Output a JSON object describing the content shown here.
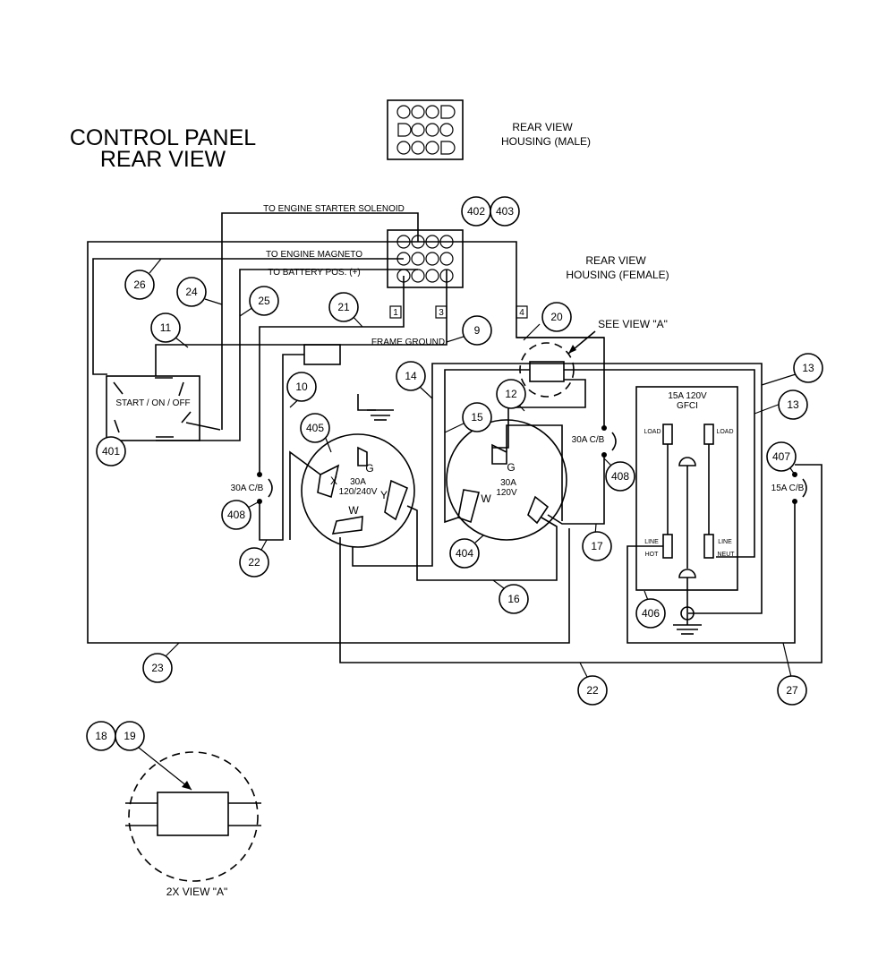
{
  "title_line1": "CONTROL PANEL",
  "title_line2": "REAR VIEW",
  "male_housing": {
    "line1": "REAR VIEW",
    "line2": "HOUSING (MALE)"
  },
  "female_housing": {
    "line1": "REAR VIEW",
    "line2": "HOUSING (FEMALE)"
  },
  "wire_labels": {
    "starter": "TO ENGINE STARTER SOLENOID",
    "magneto": "TO ENGINE MAGNETO",
    "battery": "TO BATTERY POS. (+)",
    "frame_ground": "FRAME GROUND",
    "see_view": "SEE VIEW \"A\""
  },
  "pins": {
    "p1": "1",
    "p3": "3",
    "p4": "4"
  },
  "switch_label": "START / ON / OFF",
  "breakers": {
    "cb_left": "30A C/B",
    "cb_mid": "30A C/B",
    "cb_right": "15A C/B"
  },
  "receptacle_405": {
    "g": "G",
    "x": "X",
    "y": "Y",
    "w": "W",
    "rating1": "30A",
    "rating2": "120/240V"
  },
  "receptacle_404": {
    "g": "G",
    "w": "W",
    "rating1": "30A",
    "rating2": "120V"
  },
  "gfci": {
    "line1": "15A 120V",
    "line2": "GFCI",
    "load_left": "LOAD",
    "load_right": "LOAD",
    "line_left": "LINE",
    "hot": "HOT",
    "line_right": "LINE",
    "neut": "NEUT"
  },
  "callouts": {
    "c402": "402",
    "c403": "403",
    "c26": "26",
    "c24": "24",
    "c25": "25",
    "c21": "21",
    "c11": "11",
    "c9": "9",
    "c20": "20",
    "c10": "10",
    "c14": "14",
    "c12": "12",
    "c15": "15",
    "c13a": "13",
    "c13b": "13",
    "c405": "405",
    "c401": "401",
    "c407": "407",
    "c408a": "408",
    "c408b": "408",
    "c22a": "22",
    "c404": "404",
    "c17": "17",
    "c16": "16",
    "c406": "406",
    "c23": "23",
    "c22b": "22",
    "c27": "27",
    "c18": "18",
    "c19": "19"
  },
  "view_a_label": "2X VIEW \"A\""
}
